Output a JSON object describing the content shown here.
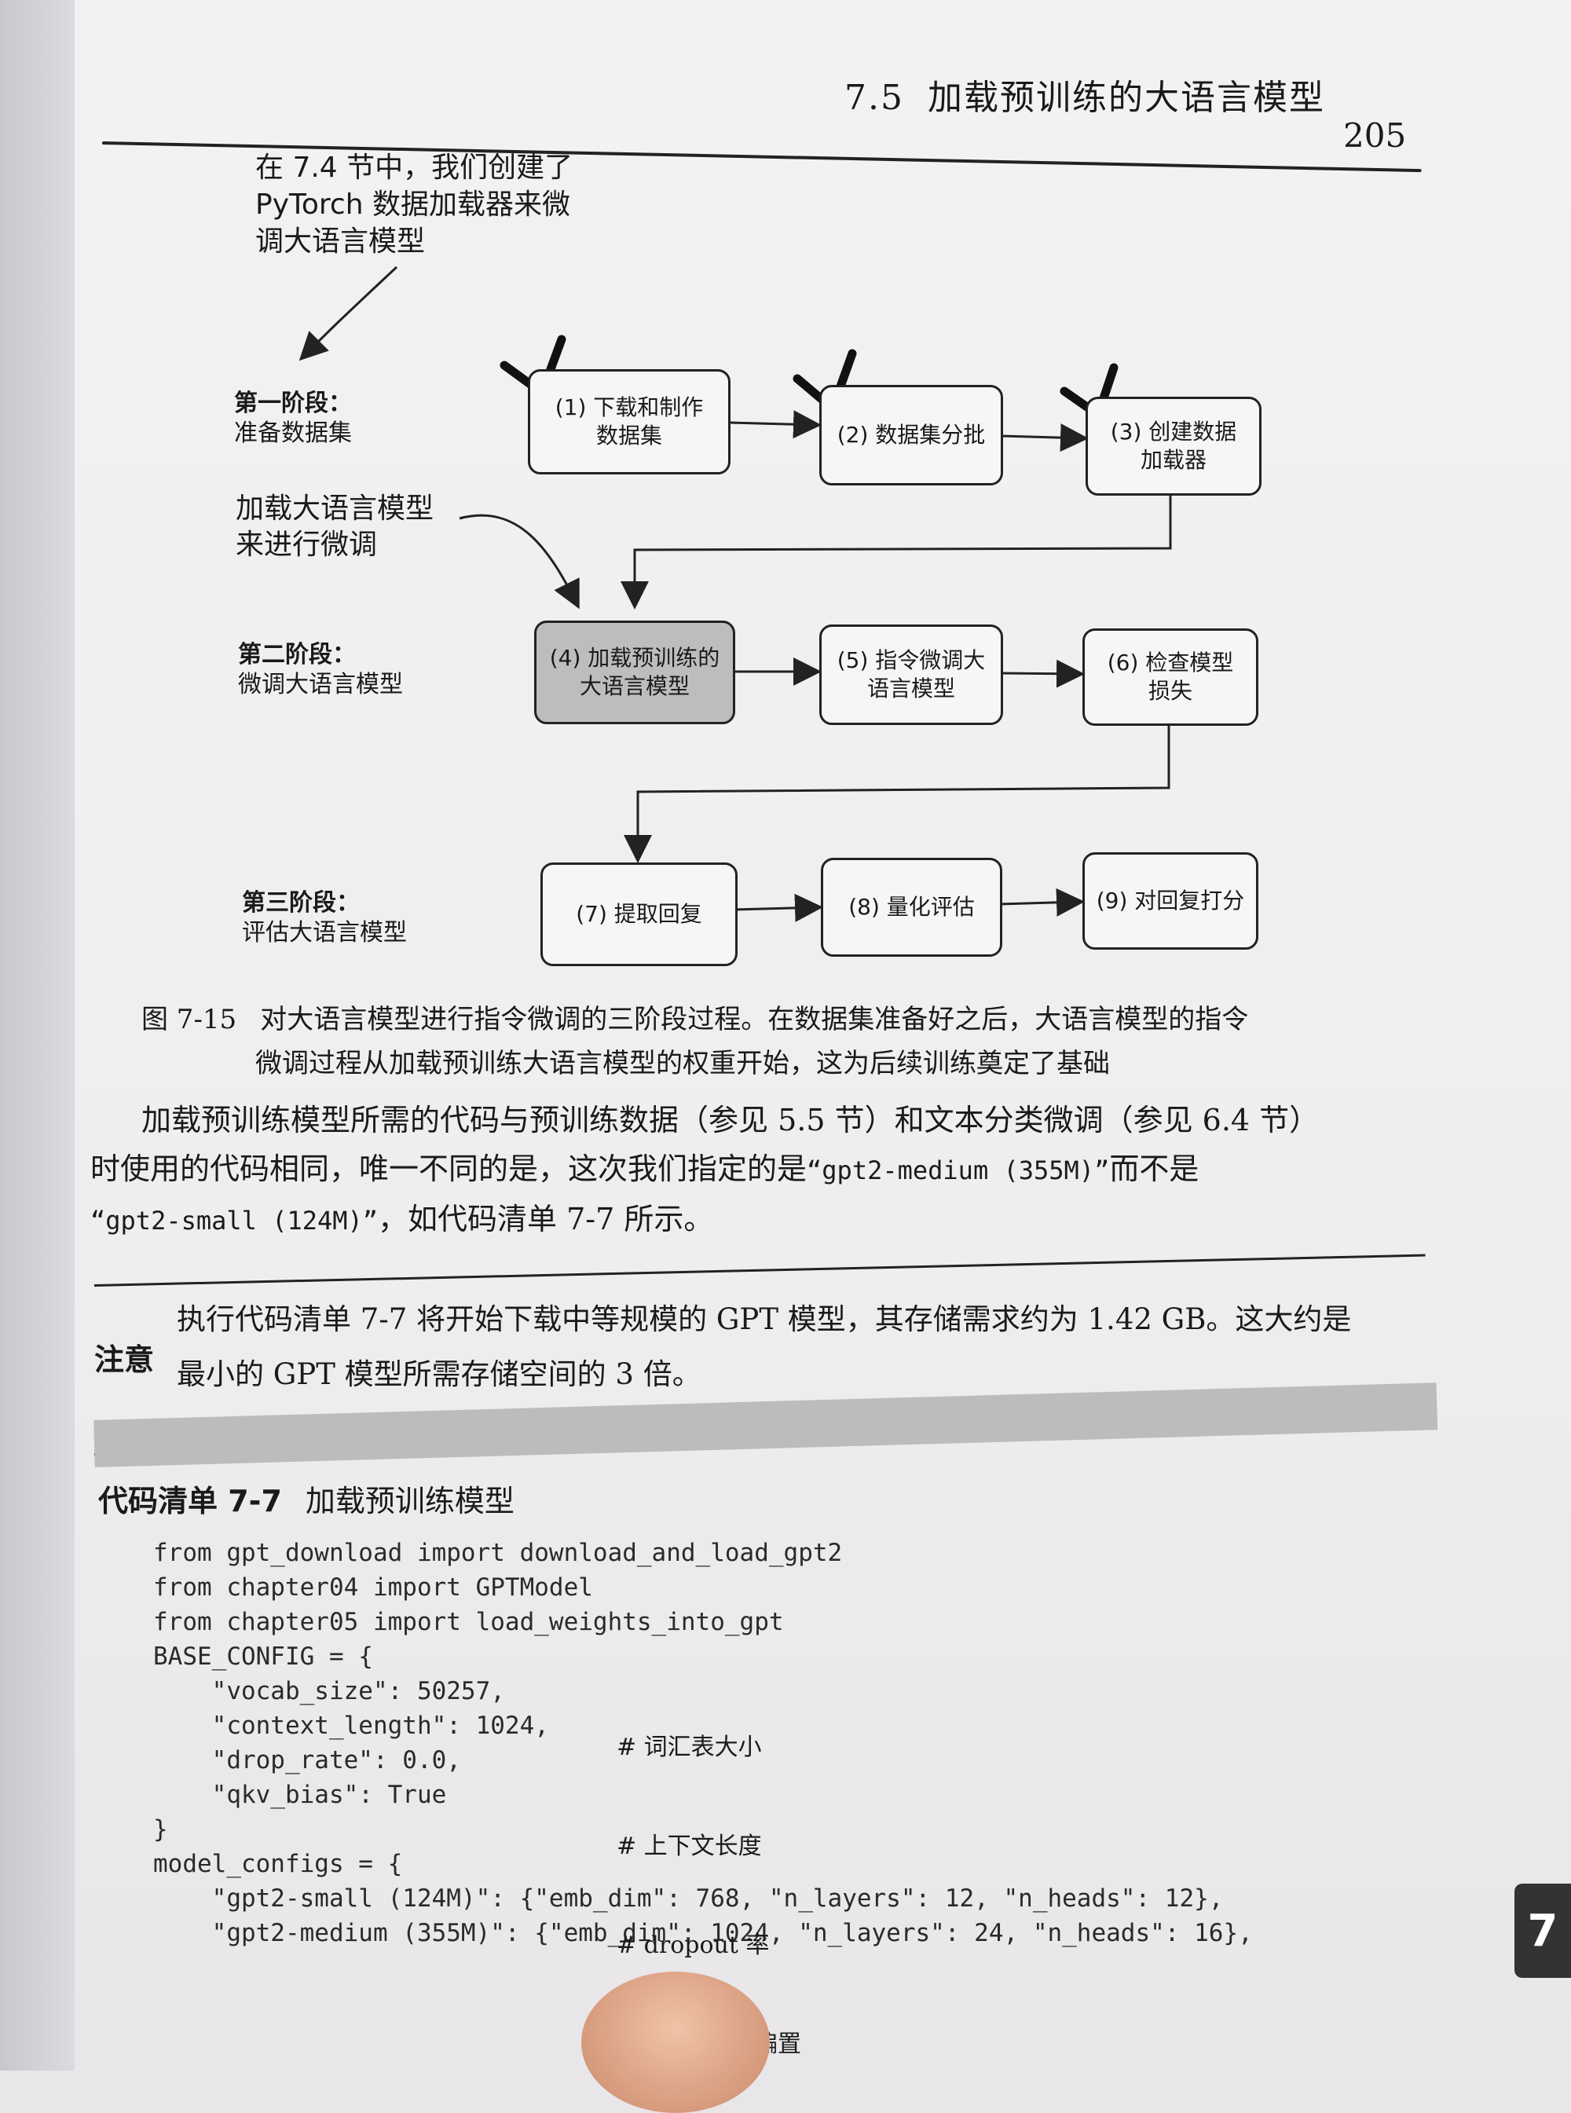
{
  "header": {
    "section": "7.5",
    "title": "加载预训练的大语言模型",
    "page_number": "205"
  },
  "figure": {
    "top_note": [
      "在 7.4 节中，我们创建了",
      "PyTorch 数据加载器来微",
      "调大语言模型"
    ],
    "load_note": [
      "加载大语言模型",
      "来进行微调"
    ],
    "stages": [
      {
        "name": "第一阶段：",
        "desc": "准备数据集"
      },
      {
        "name": "第二阶段：",
        "desc": "微调大语言模型"
      },
      {
        "name": "第三阶段：",
        "desc": "评估大语言模型"
      }
    ],
    "steps": [
      {
        "line1": "(1) 下载和制作",
        "line2": "数据集",
        "done": true
      },
      {
        "line1": "(2) 数据集分批",
        "line2": "",
        "done": true
      },
      {
        "line1": "(3) 创建数据",
        "line2": "加载器",
        "done": true
      },
      {
        "line1": "(4) 加载预训练的",
        "line2": "大语言模型",
        "done": false
      },
      {
        "line1": "(5) 指令微调大",
        "line2": "语言模型",
        "done": false
      },
      {
        "line1": "(6) 检查模型",
        "line2": "损失",
        "done": false
      },
      {
        "line1": "(7) 提取回复",
        "line2": "",
        "done": false
      },
      {
        "line1": "(8) 量化评估",
        "line2": "",
        "done": false
      },
      {
        "line1": "(9) 对回复打分",
        "line2": "",
        "done": false
      }
    ],
    "caption_label": "图 7-15",
    "caption_line1": "对大语言模型进行指令微调的三阶段过程。在数据集准备好之后，大语言模型的指令",
    "caption_line2": "微调过程从加载预训练大语言模型的权重开始，这为后续训练奠定了基础"
  },
  "body": {
    "p1a": "加载预训练模型所需的代码与预训练数据（参见 5.5 节）和文本分类微调（参见 6.4 节）",
    "p1b": "时使用的代码相同，唯一不同的是，这次我们指定的是",
    "p1b_code": "“gpt2-medium (355M)”",
    "p1b_end": "而不是",
    "p1c_code": "“gpt2-small (124M)”",
    "p1c_end": "，如代码清单 7-7 所示。"
  },
  "note": {
    "label": "注意",
    "line1": "执行代码清单 7-7 将开始下载中等规模的 GPT 模型，其存储需求约为 1.42 GB。这大约是",
    "line2": "最小的 GPT 模型所需存储空间的 3 倍。"
  },
  "listing": {
    "label": "代码清单 7-7",
    "title": "加载预训练模型",
    "code": [
      "from gpt_download import download_and_load_gpt2",
      "from chapter04 import GPTModel",
      "from chapter05 import load_weights_into_gpt",
      "",
      "BASE_CONFIG = {",
      "    \"vocab_size\": 50257,",
      "    \"context_length\": 1024,",
      "    \"drop_rate\": 0.0,",
      "    \"qkv_bias\": True",
      "}",
      "model_configs = {",
      "    \"gpt2-small (124M)\": {\"emb_dim\": 768, \"n_layers\": 12, \"n_heads\": 12},",
      "    \"gpt2-medium (355M)\": {\"emb_dim\": 1024, \"n_layers\": 24, \"n_heads\": 16},"
    ],
    "comments": [
      "# 词汇表大小",
      "# 上下文长度",
      "# dropout 率",
      "# 查询-键-值偏置"
    ]
  },
  "thumb_tab": "7"
}
